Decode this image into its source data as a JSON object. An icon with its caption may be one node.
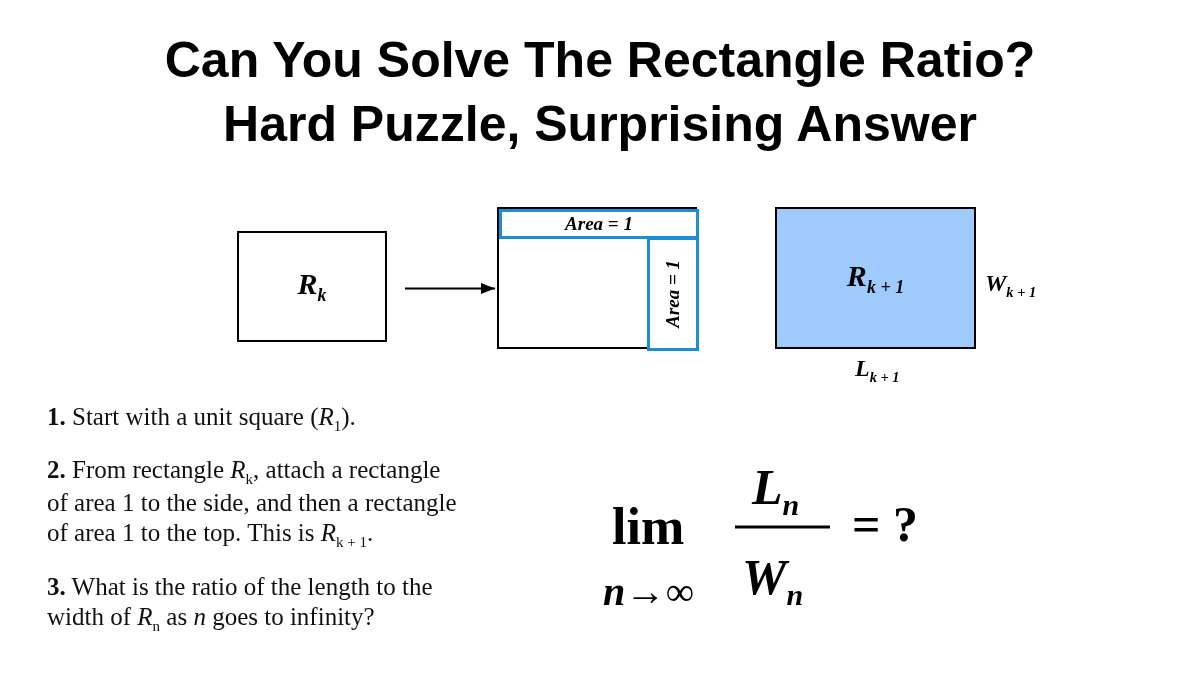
{
  "diagram": {
    "title": "Can You Solve The Rectangle Ratio? Hard Puzzle, Surprising Answer",
    "nodes": [
      {
        "text": [
          "R$_{k}$"
        ]
      },
      {
        "text": [],
        "shape": "box"
      },
      {
        "text": [
          "Area = 1"
        ],
        "in": 1
      },
      {
        "text": [
          "Area = 1"
        ],
        "in": 1
      },
      {
        "text": [
          "R$_{k + 1}$"
        ],
        "beside": [
          "W$_{k + 1}$",
          "L$_{k + 1}$"
        ]
      }
    ],
    "edges": [
      {
        "from": 0,
        "to": 1,
        "arrow": "to"
      }
    ],
    "labels": [
      "**1.** Start with a unit square (*R*$_{1}$).",
      "**2.** From rectangle *R*$_{k}$, attach a rectangle of area 1 to the side, and then a rectangle of area 1 to the top. This is *R*$_{k + 1}$.",
      "**3.** What is the ratio of the length to the width of *R*$_{n}$ as *n* goes to infinity?",
      "lim",
      "n→∞",
      "L$_{n}$",
      "W$_{n}$",
      "= ?"
    ]
  }
}
